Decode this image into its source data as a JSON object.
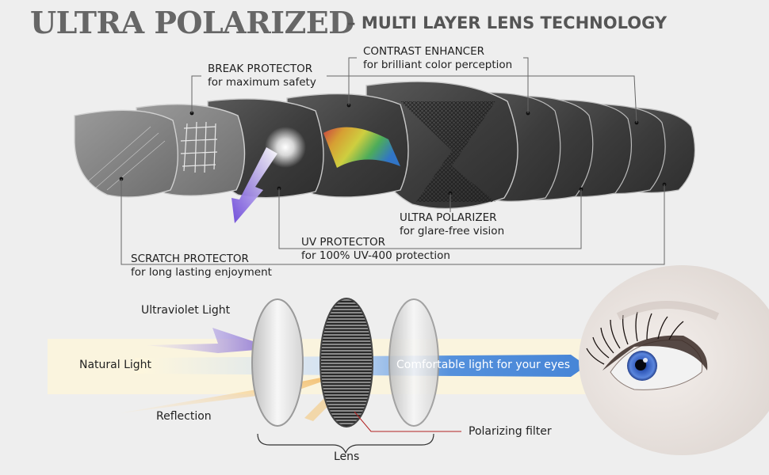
{
  "header": {
    "title": "ULTRA POLARIZED",
    "dash": "–",
    "subtitle": "MULTI LAYER LENS TECHNOLOGY"
  },
  "layers": [
    {
      "key": "break",
      "title": "BREAK PROTECTOR",
      "desc": "for maximum safety"
    },
    {
      "key": "contrast",
      "title": "CONTRAST ENHANCER",
      "desc": "for brilliant color perception"
    },
    {
      "key": "polarizer",
      "title": "ULTRA POLARIZER",
      "desc": "for glare-free vision"
    },
    {
      "key": "uv",
      "title": "UV PROTECTOR",
      "desc": "for 100% UV-400 protection"
    },
    {
      "key": "scratch",
      "title": "SCRATCH PROTECTOR",
      "desc": "for long lasting enjoyment"
    }
  ],
  "light_flow": {
    "ultraviolet": "Ultraviolet Light",
    "natural": "Natural Light",
    "reflection": "Reflection",
    "comfortable": "Comfortable light for your eyes",
    "polarizing": "Polarizing filter",
    "lens": "Lens"
  },
  "colors": {
    "title": "#666666",
    "lens_dark": "#4a4a4a",
    "lens_light": "#d8d8d8",
    "uv_purple": "#8a6fd6",
    "beam_blue": "#3d7fd6",
    "reflection_orange": "#f2c37a",
    "leader_red": "#b22222",
    "eye_iris": "#3a63c8"
  }
}
